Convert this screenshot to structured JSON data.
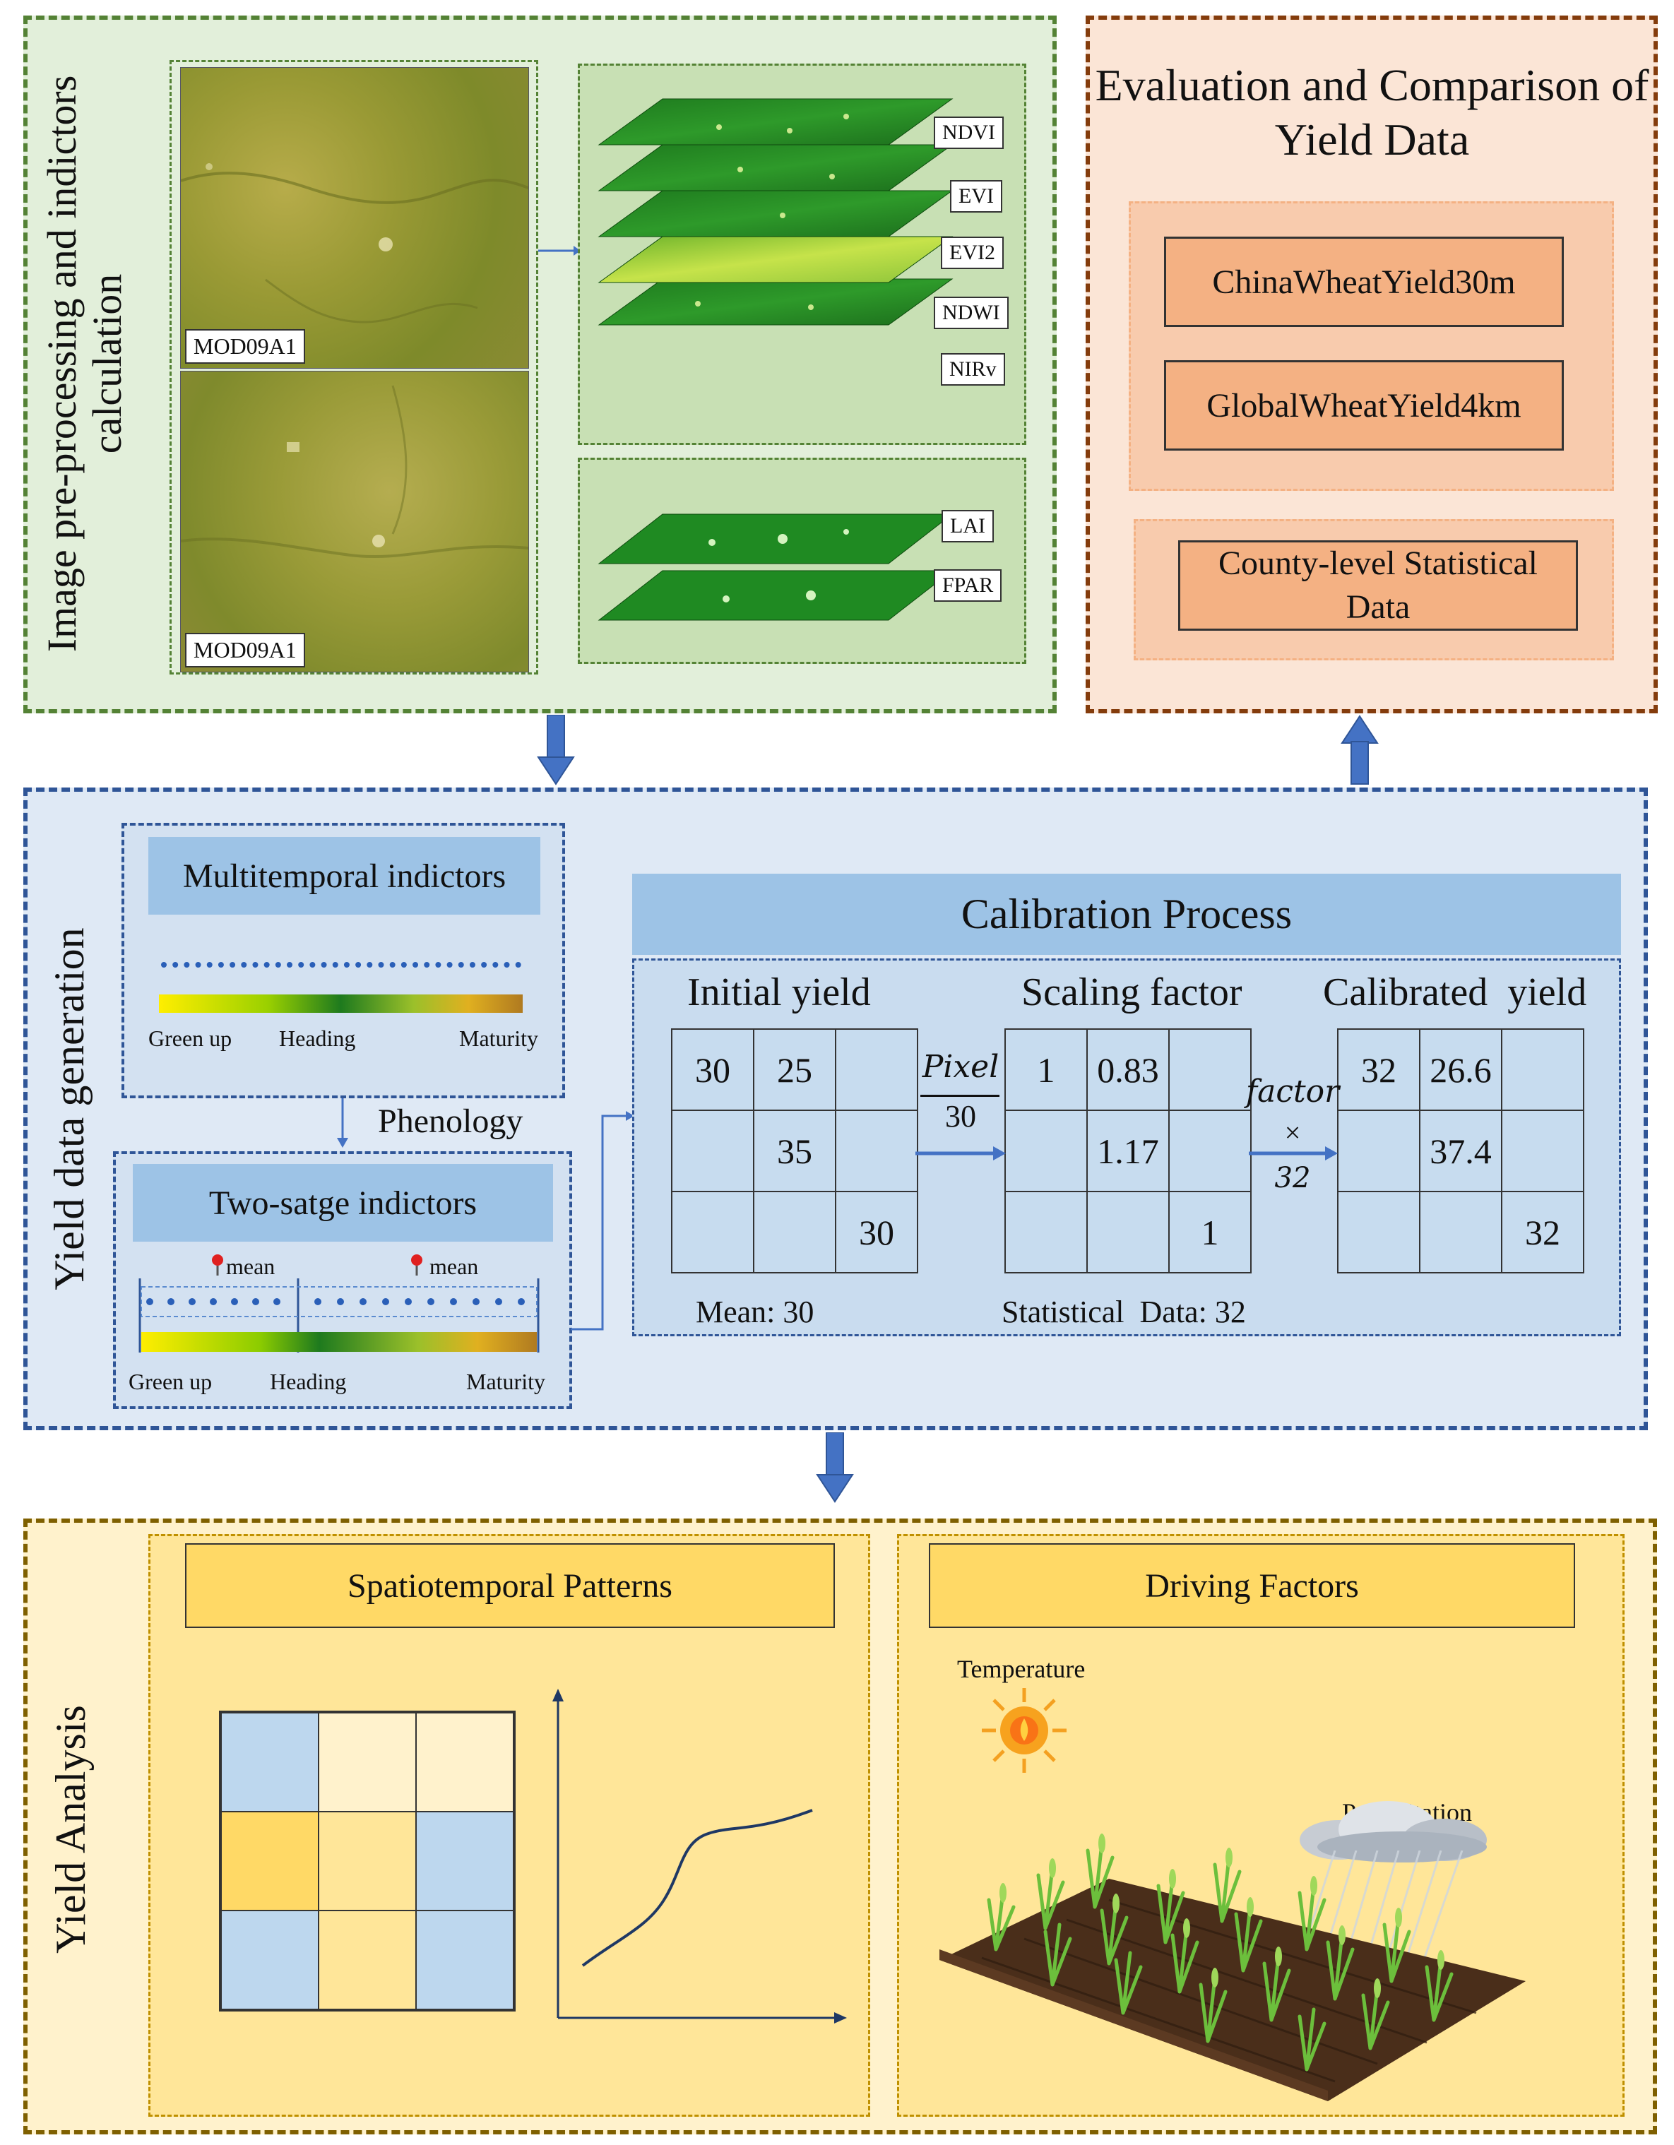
{
  "section_image": {
    "title": "Image pre-processing and indictors calculation",
    "sat_labels": [
      "MOD09A1",
      "MOD09A1"
    ],
    "index_layers": [
      "NDVI",
      "EVI",
      "EVI2",
      "NDWI",
      "NIRv"
    ],
    "product_layers": [
      "LAI",
      "FPAR"
    ]
  },
  "section_eval": {
    "title": "Evaluation and Comparison of Yield Data",
    "datasets": [
      "ChinaWheatYield30m",
      "GlobalWheatYield4km"
    ],
    "county": "County-level Statistical Data"
  },
  "section_yield": {
    "title": "Yield data generation",
    "multi": {
      "title": "Multitemporal indictors",
      "stages": [
        "Green up",
        "Heading",
        "Maturity"
      ]
    },
    "phenology": "Phenology",
    "two": {
      "title": "Two-satge indictors",
      "mean": "mean",
      "stages": [
        "Green up",
        "Heading",
        "Maturity"
      ]
    },
    "calib": {
      "title": "Calibration Process",
      "initial_title": "Initial yield",
      "scaling_title": "Scaling factor",
      "calibrated_title": "Calibrated  yield",
      "initial": [
        [
          "30",
          "25",
          ""
        ],
        [
          "",
          "35",
          ""
        ],
        [
          "",
          "",
          "30"
        ]
      ],
      "scaling": [
        [
          "1",
          "0.83",
          ""
        ],
        [
          "",
          "1.17",
          ""
        ],
        [
          "",
          "",
          "1"
        ]
      ],
      "calibrated": [
        [
          "32",
          "26.6",
          ""
        ],
        [
          "",
          "37.4",
          ""
        ],
        [
          "",
          "",
          "32"
        ]
      ],
      "frac_num": "Pixel",
      "frac_den": "30",
      "factor": "factor",
      "times": "×",
      "factor_val": "32",
      "mean_label": "Mean: 30",
      "stat_label": "Statistical  Data: 32"
    }
  },
  "section_analysis": {
    "title": "Yield Analysis",
    "spatio": "Spatiotemporal Patterns",
    "driving": "Driving Factors",
    "temperature": "Temperature",
    "precipitation": "Precipitation",
    "heat_cells": [
      "blue",
      "light",
      "light",
      "yellow",
      "mid",
      "blue",
      "blue",
      "mid",
      "blue"
    ]
  },
  "colors": {
    "green_panel": "#e1eed9",
    "green_border": "#548235",
    "orange_panel": "#fce4d6",
    "orange_border": "#843c0c",
    "blue_panel": "#dde8f4",
    "blue_border": "#2f5597",
    "yellow_panel": "#fff2cc",
    "yellow_border": "#7f6000",
    "arrow": "#4472c4"
  }
}
